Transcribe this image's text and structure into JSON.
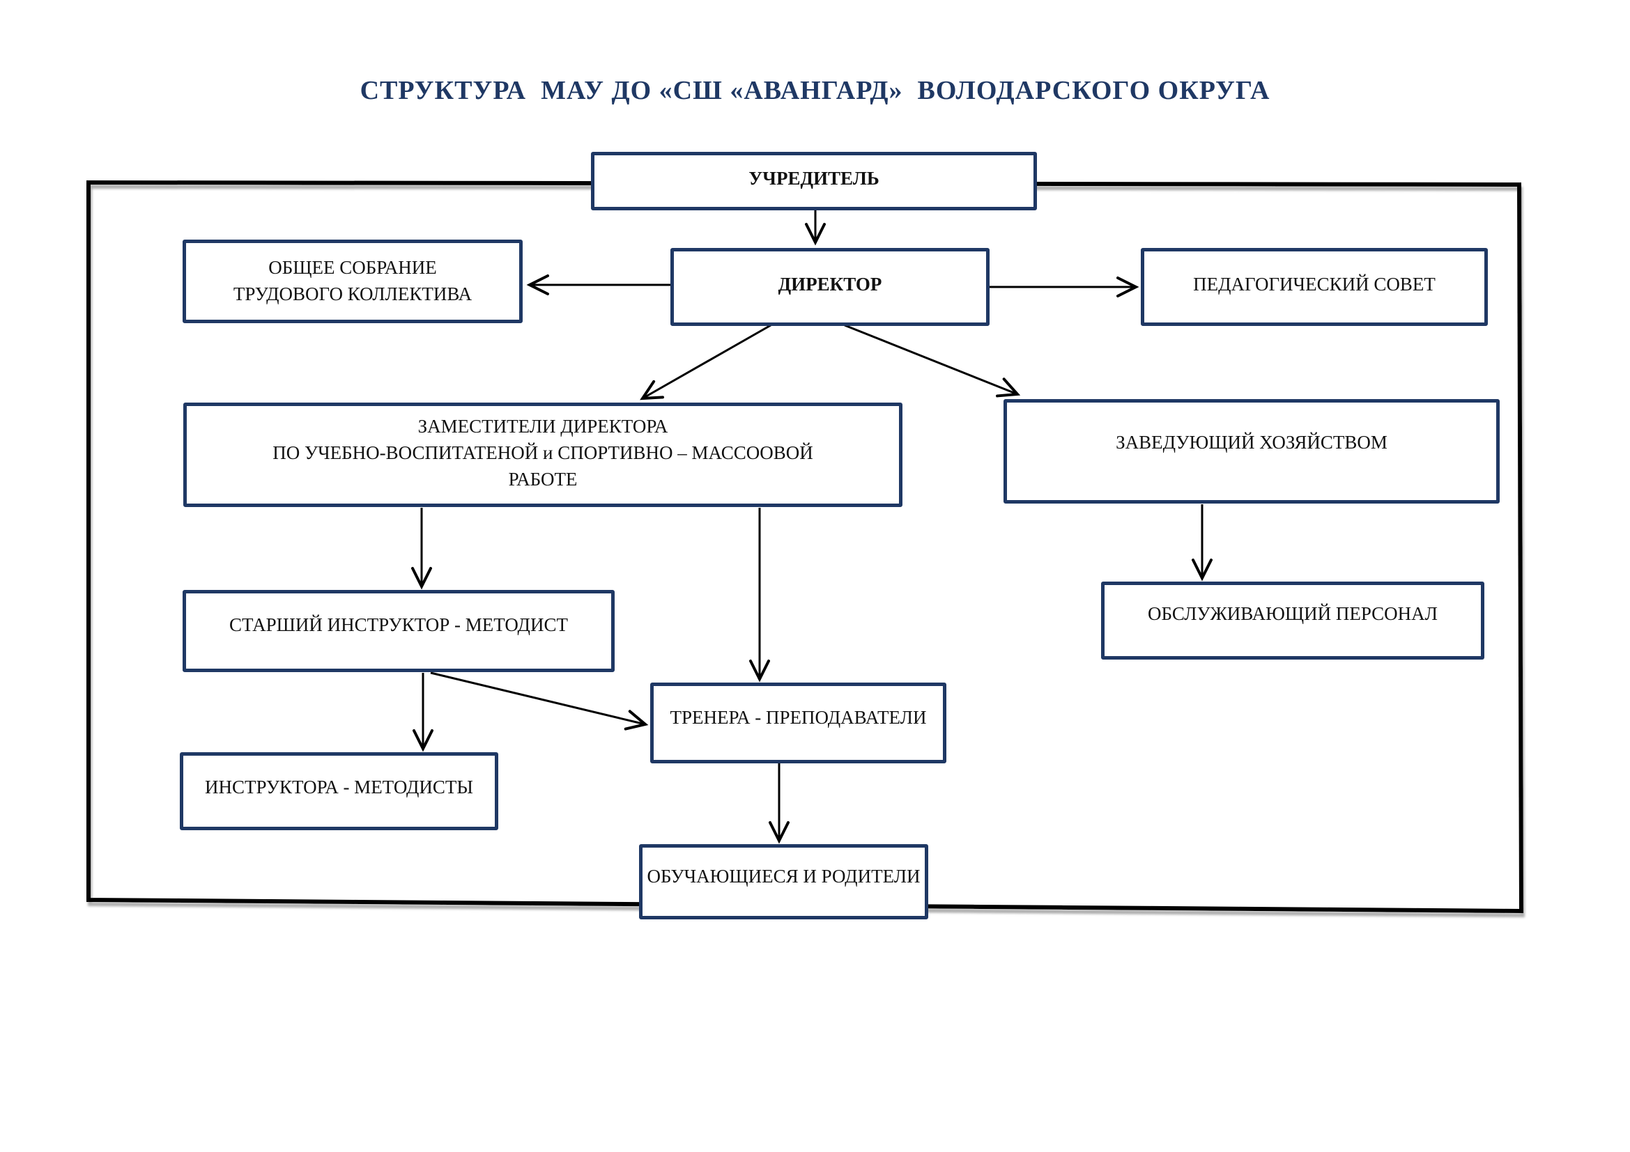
{
  "title": "СТРУКТУРА  МАУ ДО «СШ «АВАНГАРД»  ВОЛОДАРСКОГО ОКРУГА",
  "colors": {
    "title_text": "#1F3864",
    "box_border": "#1F3864",
    "box_text": "#111111",
    "outer_frame": "#000000",
    "connector": "#000000"
  },
  "nodes": {
    "founder": {
      "label": "УЧРЕДИТЕЛЬ"
    },
    "director": {
      "label": "ДИРЕКТОР"
    },
    "general_meeting": {
      "label": "ОБЩЕЕ  СОБРАНИЕ\nТРУДОВОГО  КОЛЛЕКТИВА"
    },
    "pedagogical_council": {
      "label": "ПЕДАГОГИЧЕСКИЙ СОВЕТ"
    },
    "deputies": {
      "label": "ЗАМЕСТИТЕЛИ  ДИРЕКТОРА\nПО УЧЕБНО-ВОСПИТАТЕНОЙ   и   СПОРТИВНО – МАССООВОЙ\nРАБОТЕ"
    },
    "household": {
      "label": "ЗАВЕДУЮЩИЙ ХОЗЯЙСТВОМ"
    },
    "senior_instructor": {
      "label": "СТАРШИЙ ИНСТРУКТОР - МЕТОДИСТ"
    },
    "service_staff": {
      "label": "ОБСЛУЖИВАЮЩИЙ ПЕРСОНАЛ"
    },
    "trainers": {
      "label": "ТРЕНЕРА - ПРЕПОДАВАТЕЛИ"
    },
    "instructors": {
      "label": "ИНСТРУКТОРА - МЕТОДИСТЫ"
    },
    "students": {
      "label": "ОБУЧАЮЩИЕСЯ  И  РОДИТЕЛИ"
    }
  },
  "edges": [
    {
      "from": "founder",
      "to": "director"
    },
    {
      "from": "director",
      "to": "general_meeting"
    },
    {
      "from": "director",
      "to": "pedagogical_council"
    },
    {
      "from": "director",
      "to": "deputies"
    },
    {
      "from": "director",
      "to": "household"
    },
    {
      "from": "deputies",
      "to": "senior_instructor"
    },
    {
      "from": "deputies",
      "to": "trainers"
    },
    {
      "from": "household",
      "to": "service_staff"
    },
    {
      "from": "senior_instructor",
      "to": "instructors"
    },
    {
      "from": "senior_instructor",
      "to": "trainers"
    },
    {
      "from": "trainers",
      "to": "students"
    }
  ]
}
